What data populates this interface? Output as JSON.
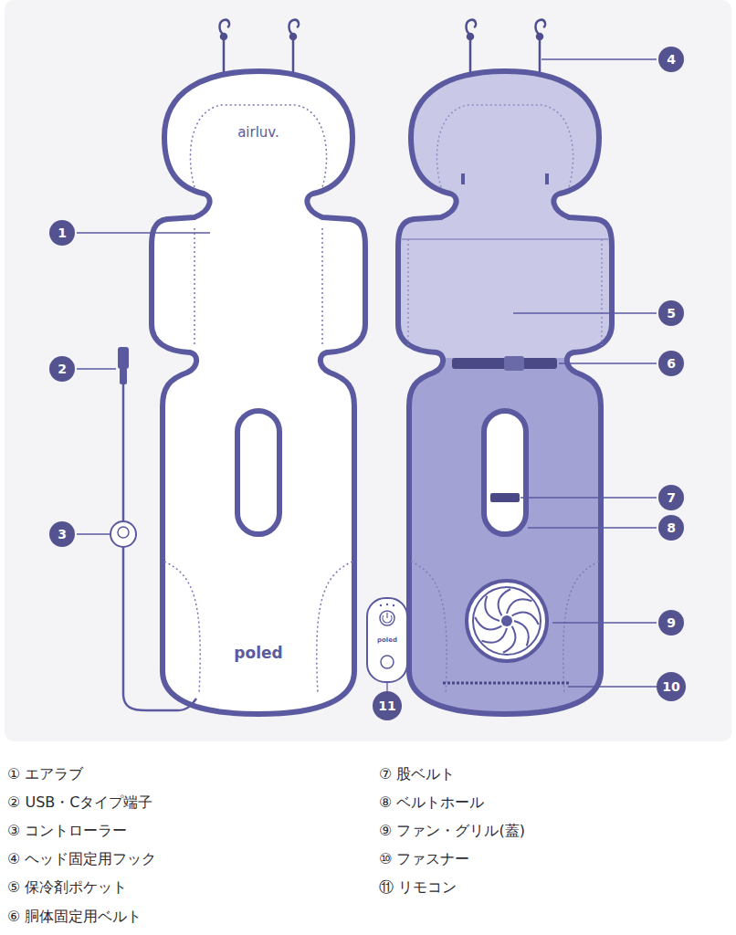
{
  "diagram": {
    "nodes": [
      {
        "text": [
          "1"
        ]
      },
      {
        "text": [
          "2"
        ]
      },
      {
        "text": [
          "3"
        ]
      },
      {
        "text": [
          "4"
        ]
      },
      {
        "text": [
          "5"
        ]
      },
      {
        "text": [
          "6"
        ]
      },
      {
        "text": [
          "7"
        ]
      },
      {
        "text": [
          "8"
        ]
      },
      {
        "text": [
          "9"
        ]
      },
      {
        "text": [
          "10"
        ]
      },
      {
        "text": [
          "11"
        ]
      }
    ],
    "labels": [
      "airluv.",
      "poled",
      "poled",
      "① エアラブ",
      "② USB・Cタイプ端子",
      "③ コントローラー",
      "④ ヘッド固定用フック",
      "⑤ 保冷剤ポケット",
      "⑥ 胴体固定用ベルト",
      "⑦ 股ベルト",
      "⑧ ベルトホール",
      "⑨ ファン・グリル(蓋)",
      "⑩ ファスナー",
      "⑪ リモコン"
    ]
  }
}
